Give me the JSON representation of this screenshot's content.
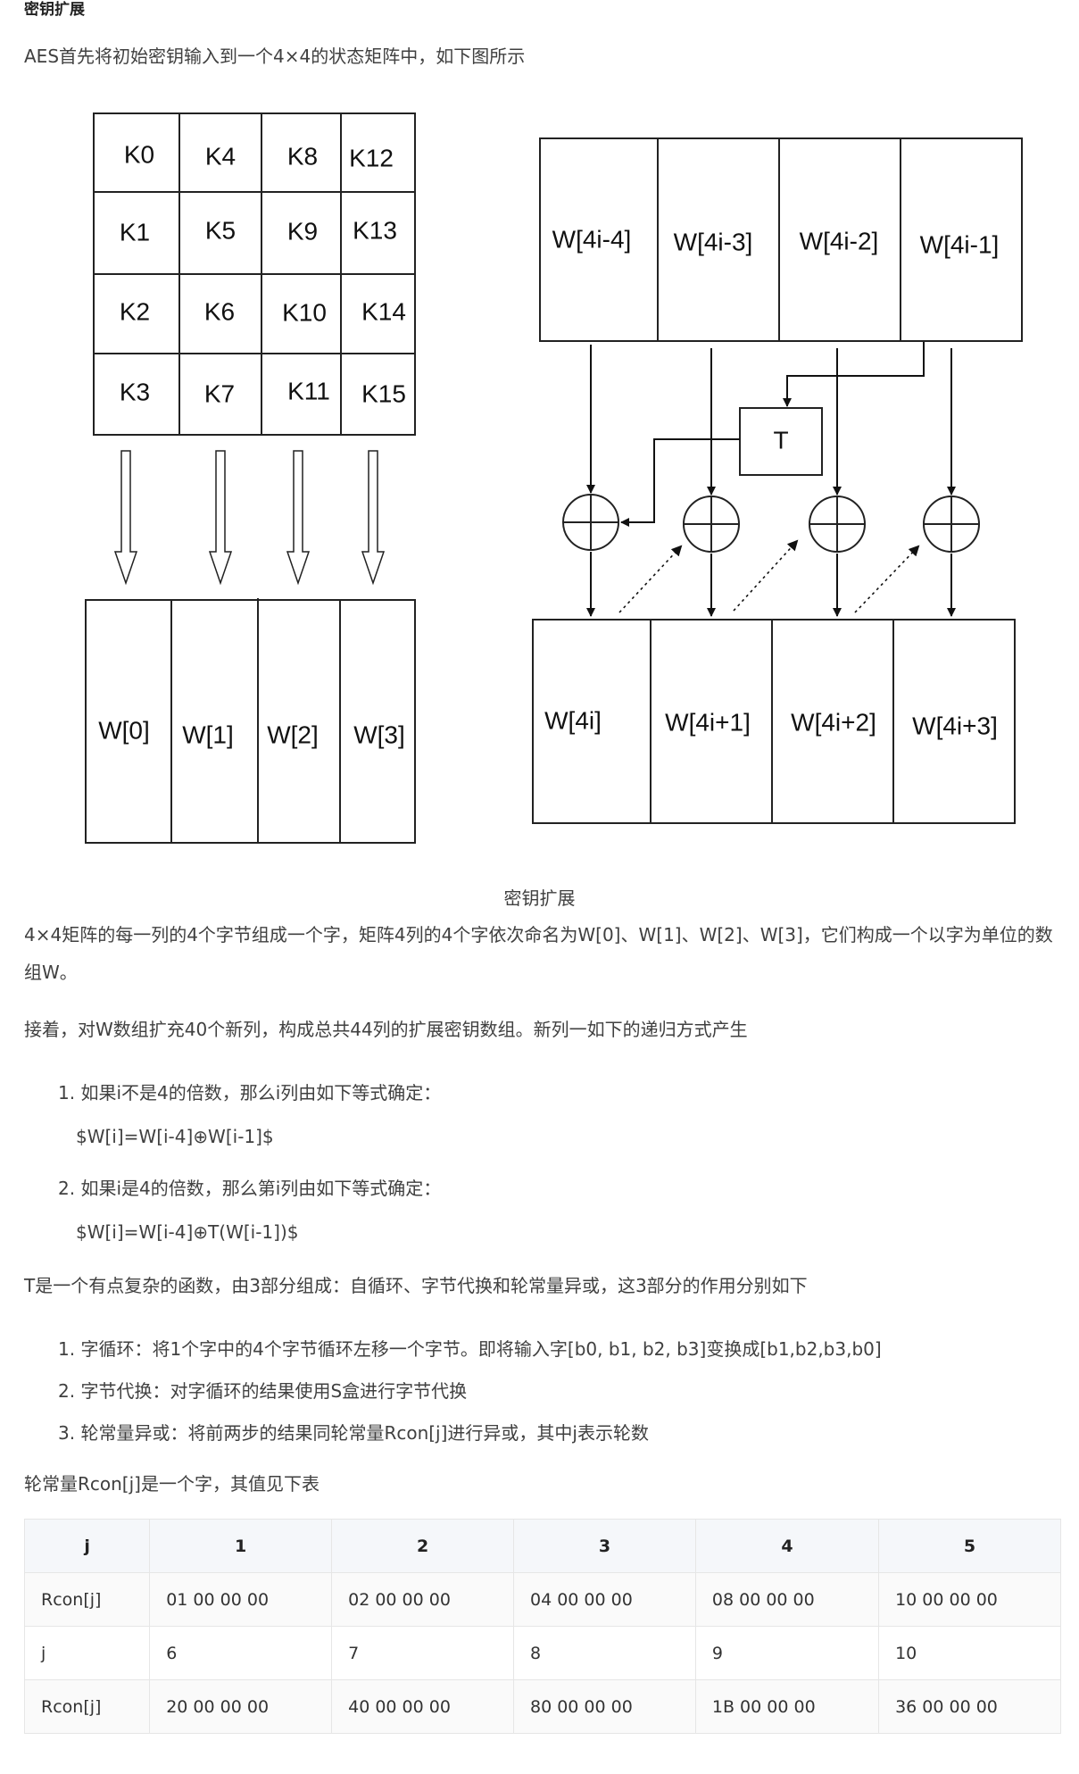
{
  "heading": "密钥扩展",
  "intro": "AES首先将初始密钥输入到一个4×4的状态矩阵中，如下图所示",
  "diagram": {
    "key_cells": [
      "K0",
      "K4",
      "K8",
      "K12",
      "K1",
      "K5",
      "K9",
      "K13",
      "K2",
      "K6",
      "K10",
      "K14",
      "K3",
      "K7",
      "K11",
      "K15"
    ],
    "w_cells": [
      "W[0]",
      "W[1]",
      "W[2]",
      "W[3]"
    ],
    "top_words": [
      "W[4i-4]",
      "W[4i-3]",
      "W[4i-2]",
      "W[4i-1]"
    ],
    "t_label": "T",
    "bottom_words": [
      "W[4i]",
      "W[4i+1]",
      "W[4i+2]",
      "W[4i+3]"
    ]
  },
  "caption": "密钥扩展",
  "para1_line1": "4×4矩阵的每一列的4个字节组成一个字，矩阵4列的4个字依次命名为W[0]、W[1]、W[2]、W[3]，它们构成一个以字为单位的数",
  "para1_line2": "组W。",
  "para2": "接着，对W数组扩充40个新列，构成总共44列的扩展密钥数组。新列一如下的递归方式产生",
  "rule1": "1. 如果i不是4的倍数，那么i列由如下等式确定：",
  "formula1": "$W[i]=W[i-4]⊕W[i-1]$",
  "rule2": "2. 如果i是4的倍数，那么第i列由如下等式确定：",
  "formula2": "$W[i]=W[i-4]⊕T(W[i-1])$",
  "para3": "T是一个有点复杂的函数，由3部分组成：自循环、字节代换和轮常量异或，这3部分的作用分别如下",
  "t_items": [
    "1. 字循环：将1个字中的4个字节循环左移一个字节。即将输入字[b0, b1, b2, b3]变换成[b1,b2,b3,b0]",
    "2. 字节代换：对字循环的结果使用S盒进行字节代换",
    "3. 轮常量异或：将前两步的结果同轮常量Rcon[j]进行异或，其中j表示轮数"
  ],
  "para4": "轮常量Rcon[j]是一个字，其值见下表",
  "table": {
    "header": [
      "j",
      "1",
      "2",
      "3",
      "4",
      "5"
    ],
    "rows": [
      [
        "Rcon[j]",
        "01 00 00 00",
        "02 00 00 00",
        "04 00 00 00",
        "08 00 00 00",
        "10 00 00 00"
      ],
      [
        "j",
        "6",
        "7",
        "8",
        "9",
        "10"
      ],
      [
        "Rcon[j]",
        "20 00 00 00",
        "40 00 00 00",
        "80 00 00 00",
        "1B 00 00 00",
        "36 00 00 00"
      ]
    ]
  }
}
